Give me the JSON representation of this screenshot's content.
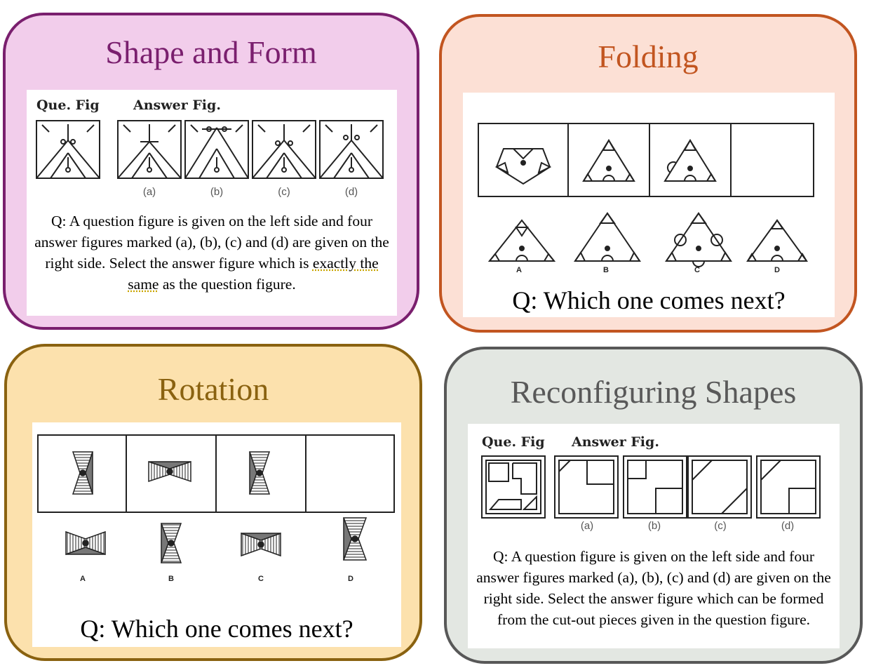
{
  "cards": [
    {
      "title": "Shape and Form",
      "header_question": "Que. Fig",
      "header_answer": "Answer Fig.",
      "options": [
        "(a)",
        "(b)",
        "(c)",
        "(d)"
      ],
      "question_pre": "Q: A question figure is given on the left side and four answer figures marked (a), (b), (c) and (d) are given on the right side. Select the answer figure which is ",
      "question_underlined": "exactly the same",
      "question_post": " as the question figure."
    },
    {
      "title": "Folding",
      "options": [
        "A",
        "B",
        "C",
        "D"
      ],
      "question": "Q: Which one comes next?"
    },
    {
      "title": "Rotation",
      "options": [
        "A",
        "B",
        "C",
        "D"
      ],
      "question": "Q: Which one comes next?"
    },
    {
      "title": "Reconfiguring Shapes",
      "header_question": "Que. Fig",
      "header_answer": "Answer Fig.",
      "options": [
        "(a)",
        "(b)",
        "(c)",
        "(d)"
      ],
      "question": "Q: A question figure is given on the left side and four answer figures marked (a), (b), (c) and (d) are given on the right side. Select the answer figure which can be formed from the cut-out pieces given in the question figure."
    }
  ],
  "colors": {
    "shape_and_form": "#7a1f6e",
    "folding": "#c25520",
    "rotation": "#8a6210",
    "reconfiguring": "#595959"
  }
}
